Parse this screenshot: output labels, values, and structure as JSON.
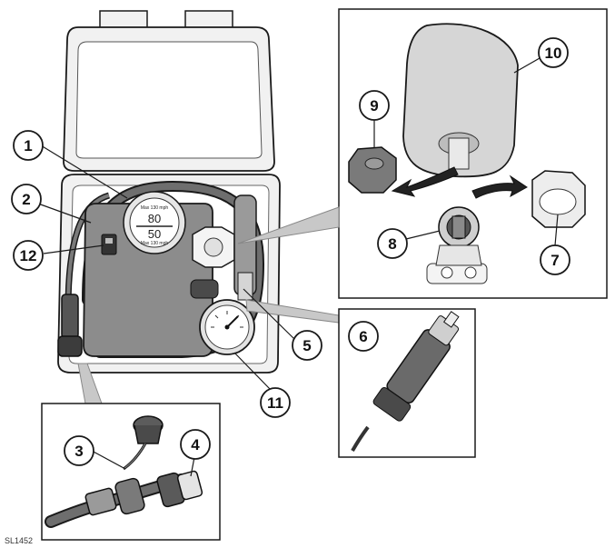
{
  "figure_id": "SL1452",
  "colors": {
    "outline": "#1a1a1a",
    "case_fill": "#f1f1f1",
    "panel_fill": "#ffffff",
    "compressor_fill": "#8c8c8c",
    "hose_fill": "#6e6e6e",
    "bottle_fill": "#d6d6d6",
    "callout_fill": "#ffffff",
    "pointer_gray": "#c8c8c8"
  },
  "callouts": [
    {
      "id": "1",
      "label": "1"
    },
    {
      "id": "2",
      "label": "2"
    },
    {
      "id": "3",
      "label": "3"
    },
    {
      "id": "4",
      "label": "4"
    },
    {
      "id": "5",
      "label": "5"
    },
    {
      "id": "6",
      "label": "6"
    },
    {
      "id": "7",
      "label": "7"
    },
    {
      "id": "8",
      "label": "8"
    },
    {
      "id": "9",
      "label": "9"
    },
    {
      "id": "10",
      "label": "10"
    },
    {
      "id": "11",
      "label": "11"
    },
    {
      "id": "12",
      "label": "12"
    }
  ],
  "gauge": {
    "top_value": "80",
    "bottom_value": "50",
    "top_caption": "Max 130 mph",
    "bottom_caption": "Max 130 mph"
  },
  "panels": {
    "main": "inflation-kit-case",
    "detail_top_right": "sealant-bottle-and-caps",
    "detail_middle_right": "power-plug",
    "detail_bottom_left": "hose-valve-connector"
  }
}
